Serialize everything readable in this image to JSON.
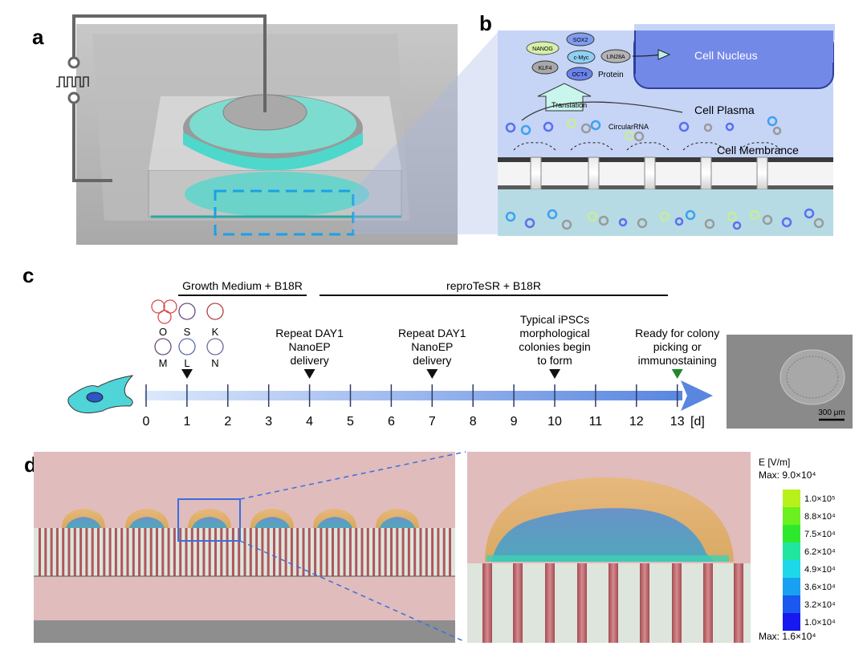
{
  "panels": {
    "a": {
      "label": "a"
    },
    "b": {
      "label": "b",
      "proteins": [
        "NANOG",
        "SOX2",
        "c-Myc",
        "LIN28A",
        "KLF4",
        "OCT4"
      ],
      "protein_label": "Protein",
      "nucleus_label": "Cell Nucleus",
      "translation_label": "Translation",
      "plasma_label": "Cell Plasma",
      "circular_rna_label": "CircularRNA",
      "membrane_label": "Cell Membrance"
    },
    "c": {
      "label": "c",
      "medium_1": "Growth Medium + B18R",
      "medium_2": "reproTeSR + B18R",
      "factor_letters": [
        "O",
        "S",
        "K",
        "M",
        "L",
        "N"
      ],
      "day_ticks": [
        "0",
        "1",
        "2",
        "3",
        "4",
        "5",
        "6",
        "7",
        "8",
        "9",
        "10",
        "11",
        "12",
        "13"
      ],
      "unit": "[d]",
      "events": [
        {
          "day": 4,
          "lines": [
            "Repeat DAY1",
            "NanoEP",
            "delivery"
          ]
        },
        {
          "day": 7,
          "lines": [
            "Repeat DAY1",
            "NanoEP",
            "delivery"
          ]
        },
        {
          "day": 10,
          "lines": [
            "Typical iPSCs",
            "morphological",
            "colonies begin",
            "to form"
          ]
        },
        {
          "day": 13,
          "lines": [
            "Ready for colony",
            "picking or",
            "immunostaining"
          ]
        }
      ],
      "scale_bar": "300 μm"
    },
    "d": {
      "label": "d",
      "legend_title": "E [V/m]",
      "max_top": "Max: 9.0×10⁴",
      "max_bottom": "Max: 1.6×10⁴",
      "legend_levels": [
        "1.0×10⁵",
        "8.8×10⁴",
        "7.5×10⁴",
        "6.2×10⁴",
        "4.9×10⁴",
        "3.6×10⁴",
        "3.2×10⁴",
        "1.0×10⁴"
      ],
      "legend_colors": [
        "#b8f01c",
        "#6cf020",
        "#2ee82e",
        "#20e6a0",
        "#1cd8e8",
        "#1aa0f0",
        "#1a58f0",
        "#1818f0"
      ]
    }
  },
  "colors": {
    "timeline_arrow": "#5a86e0",
    "dish_fluid": "#4ed8cc",
    "highlight_box": "#1aa0e8",
    "sim_background": "#e0bcbc"
  }
}
